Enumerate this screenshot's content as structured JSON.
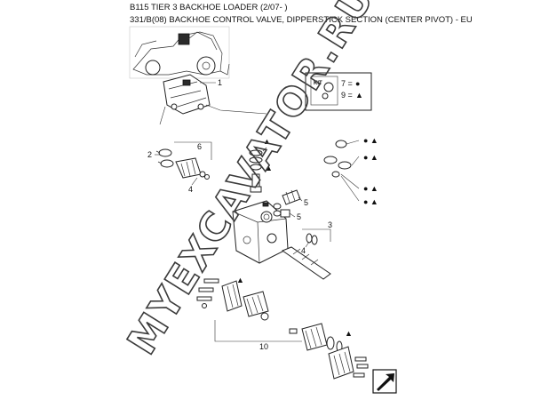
{
  "header": {
    "line1": "B115 TIER 3 BACKHOE LOADER (2/07- )",
    "line2": "331/B(08) BACKHOE CONTROL VALVE, DIPPERSTICK SECTION (CENTER PIVOT) - EU"
  },
  "callouts": {
    "c1": "1",
    "c2": "2",
    "c3": "3",
    "c4a": "4",
    "c4b": "4",
    "c5a": "5",
    "c5b": "5",
    "c6": "6",
    "c10": "10"
  },
  "kit_legend": {
    "title": "KIT",
    "row1_num": "7 =",
    "row1_sym": "●",
    "row2_num": "9 =",
    "row2_sym": "▲"
  },
  "part_markers": {
    "m1": "● ▲",
    "m2": "● ▲",
    "m3": "● ▲",
    "m4": "● ▲",
    "m5": "▲",
    "m6": "▲",
    "m7": "▲",
    "m8": "▲"
  },
  "watermark": "MYEXCAVATOR.RU",
  "nav_icon": "next-page-arrow-icon"
}
